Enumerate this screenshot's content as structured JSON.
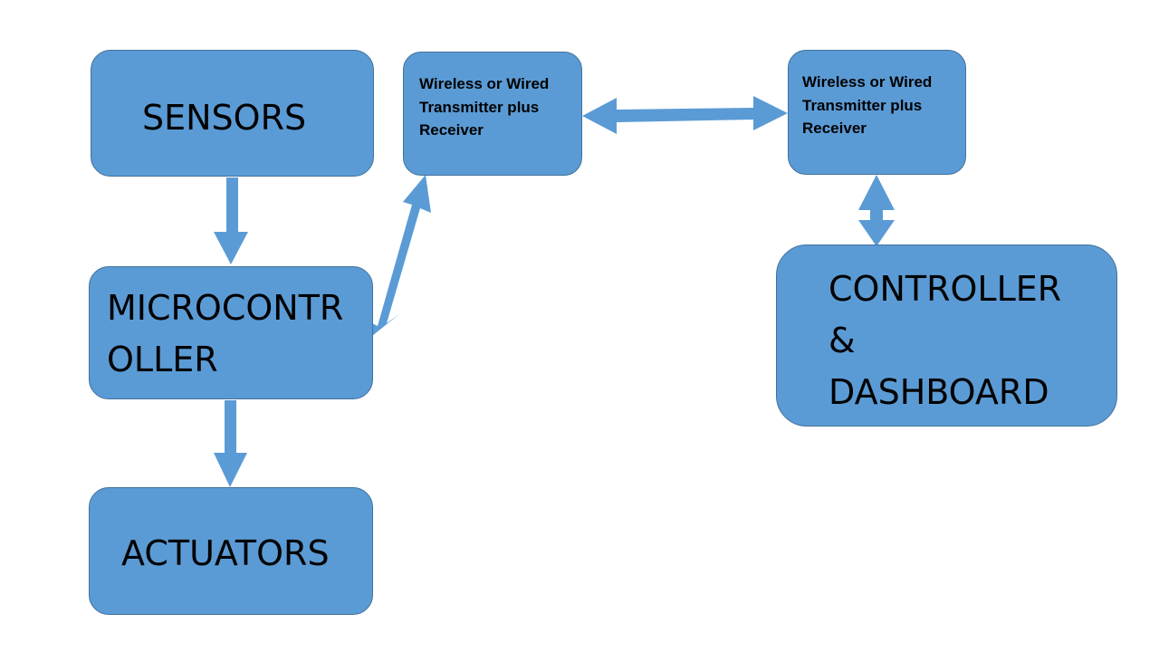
{
  "colors": {
    "box_fill": "#5b9bd5",
    "box_border": "#41719c",
    "arrow": "#5b9bd5",
    "text": "#000000",
    "background": "#ffffff"
  },
  "nodes": {
    "sensors": "SENSORS",
    "microcontroller": "MICROCONTR\nOLLER",
    "actuators": "ACTUATORS",
    "transceiver_left": "Wireless or Wired\nTransmitter  plus\nReceiver",
    "transceiver_right": "Wireless or Wired\nTransmitter  plus\nReceiver",
    "controller_dashboard": "CONTROLLER\n&\nDASHBOARD"
  },
  "connections": [
    {
      "from": "sensors",
      "to": "microcontroller",
      "direction": "one-way"
    },
    {
      "from": "microcontroller",
      "to": "actuators",
      "direction": "one-way"
    },
    {
      "from": "microcontroller",
      "to": "transceiver_left",
      "direction": "one-way"
    },
    {
      "from": "transceiver_left",
      "to": "transceiver_right",
      "direction": "two-way"
    },
    {
      "from": "transceiver_right",
      "to": "controller_dashboard",
      "direction": "two-way"
    }
  ]
}
